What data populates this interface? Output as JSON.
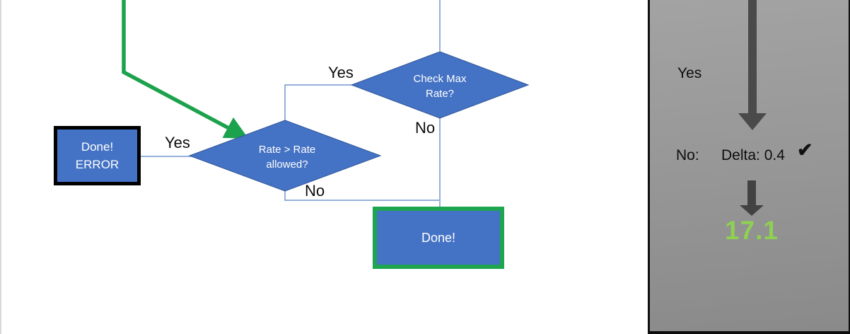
{
  "colors": {
    "shape_fill": "#4472C4",
    "shape_stroke": "#2F5597",
    "connector_blue": "#7495CF",
    "green_accent": "#1EA550",
    "panel_arrow_gray": "#4A4A4A",
    "result_green": "#8ED051",
    "panel_bg": "#979797"
  },
  "flowchart": {
    "decision_check_max": {
      "line1": "Check Max",
      "line2": "Rate?"
    },
    "decision_rate_allowed": {
      "line1": "Rate > Rate",
      "line2": "allowed?"
    },
    "terminator_error": {
      "line1": "Done!",
      "line2": "ERROR"
    },
    "terminator_done": {
      "label": "Done!"
    },
    "edge_labels": {
      "check_yes": "Yes",
      "check_no": "No",
      "rate_yes": "Yes",
      "rate_no": "No"
    }
  },
  "panel": {
    "yes_label": "Yes",
    "no_label": "No:",
    "delta_value": "Delta: 0.4",
    "check_icon": "✔",
    "result_value": "17.1"
  }
}
